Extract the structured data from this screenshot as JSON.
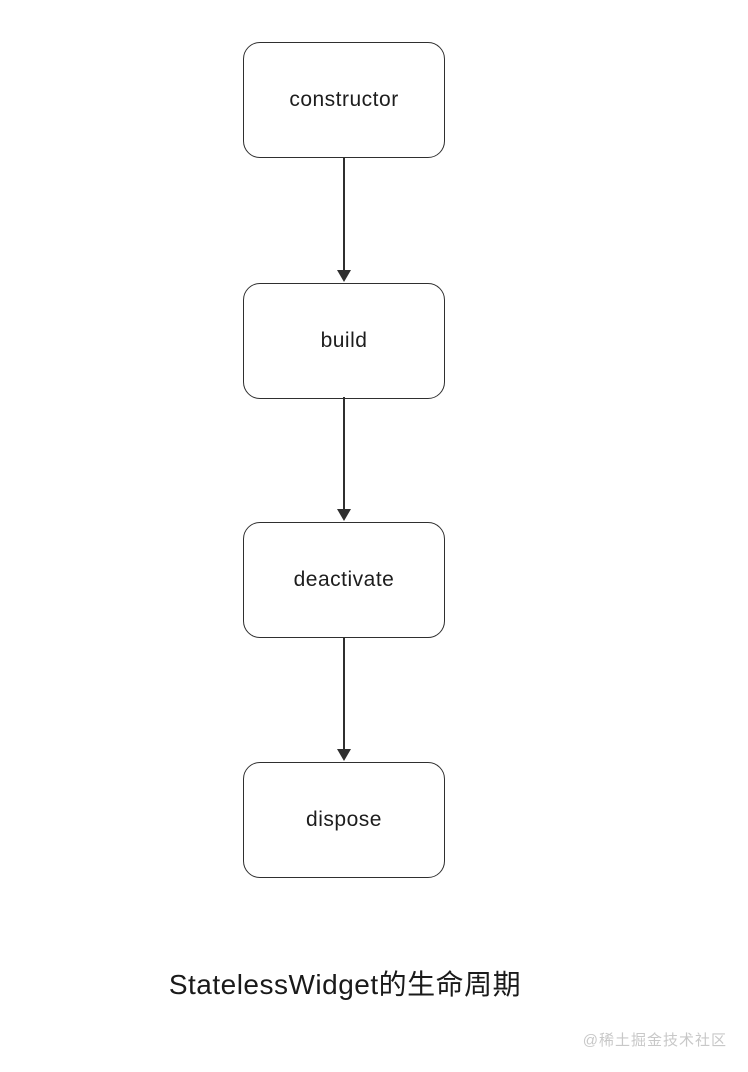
{
  "diagram": {
    "type": "flowchart",
    "direction": "top-to-bottom",
    "nodes": [
      {
        "id": "constructor",
        "label": "constructor"
      },
      {
        "id": "build",
        "label": "build"
      },
      {
        "id": "deactivate",
        "label": "deactivate"
      },
      {
        "id": "dispose",
        "label": "dispose"
      }
    ],
    "edges": [
      {
        "from": "constructor",
        "to": "build"
      },
      {
        "from": "build",
        "to": "deactivate"
      },
      {
        "from": "deactivate",
        "to": "dispose"
      }
    ],
    "caption": "StatelessWidget的生命周期"
  },
  "watermark": "@稀土掘金技术社区",
  "colors": {
    "background": "#ffffff",
    "node_fill": "#ffffff",
    "node_border": "#2f2f2f",
    "node_text": "#1d1d1d",
    "arrow": "#2f2f2f",
    "caption_text": "#1a1a1a",
    "watermark_text": "#c8c8c8"
  }
}
